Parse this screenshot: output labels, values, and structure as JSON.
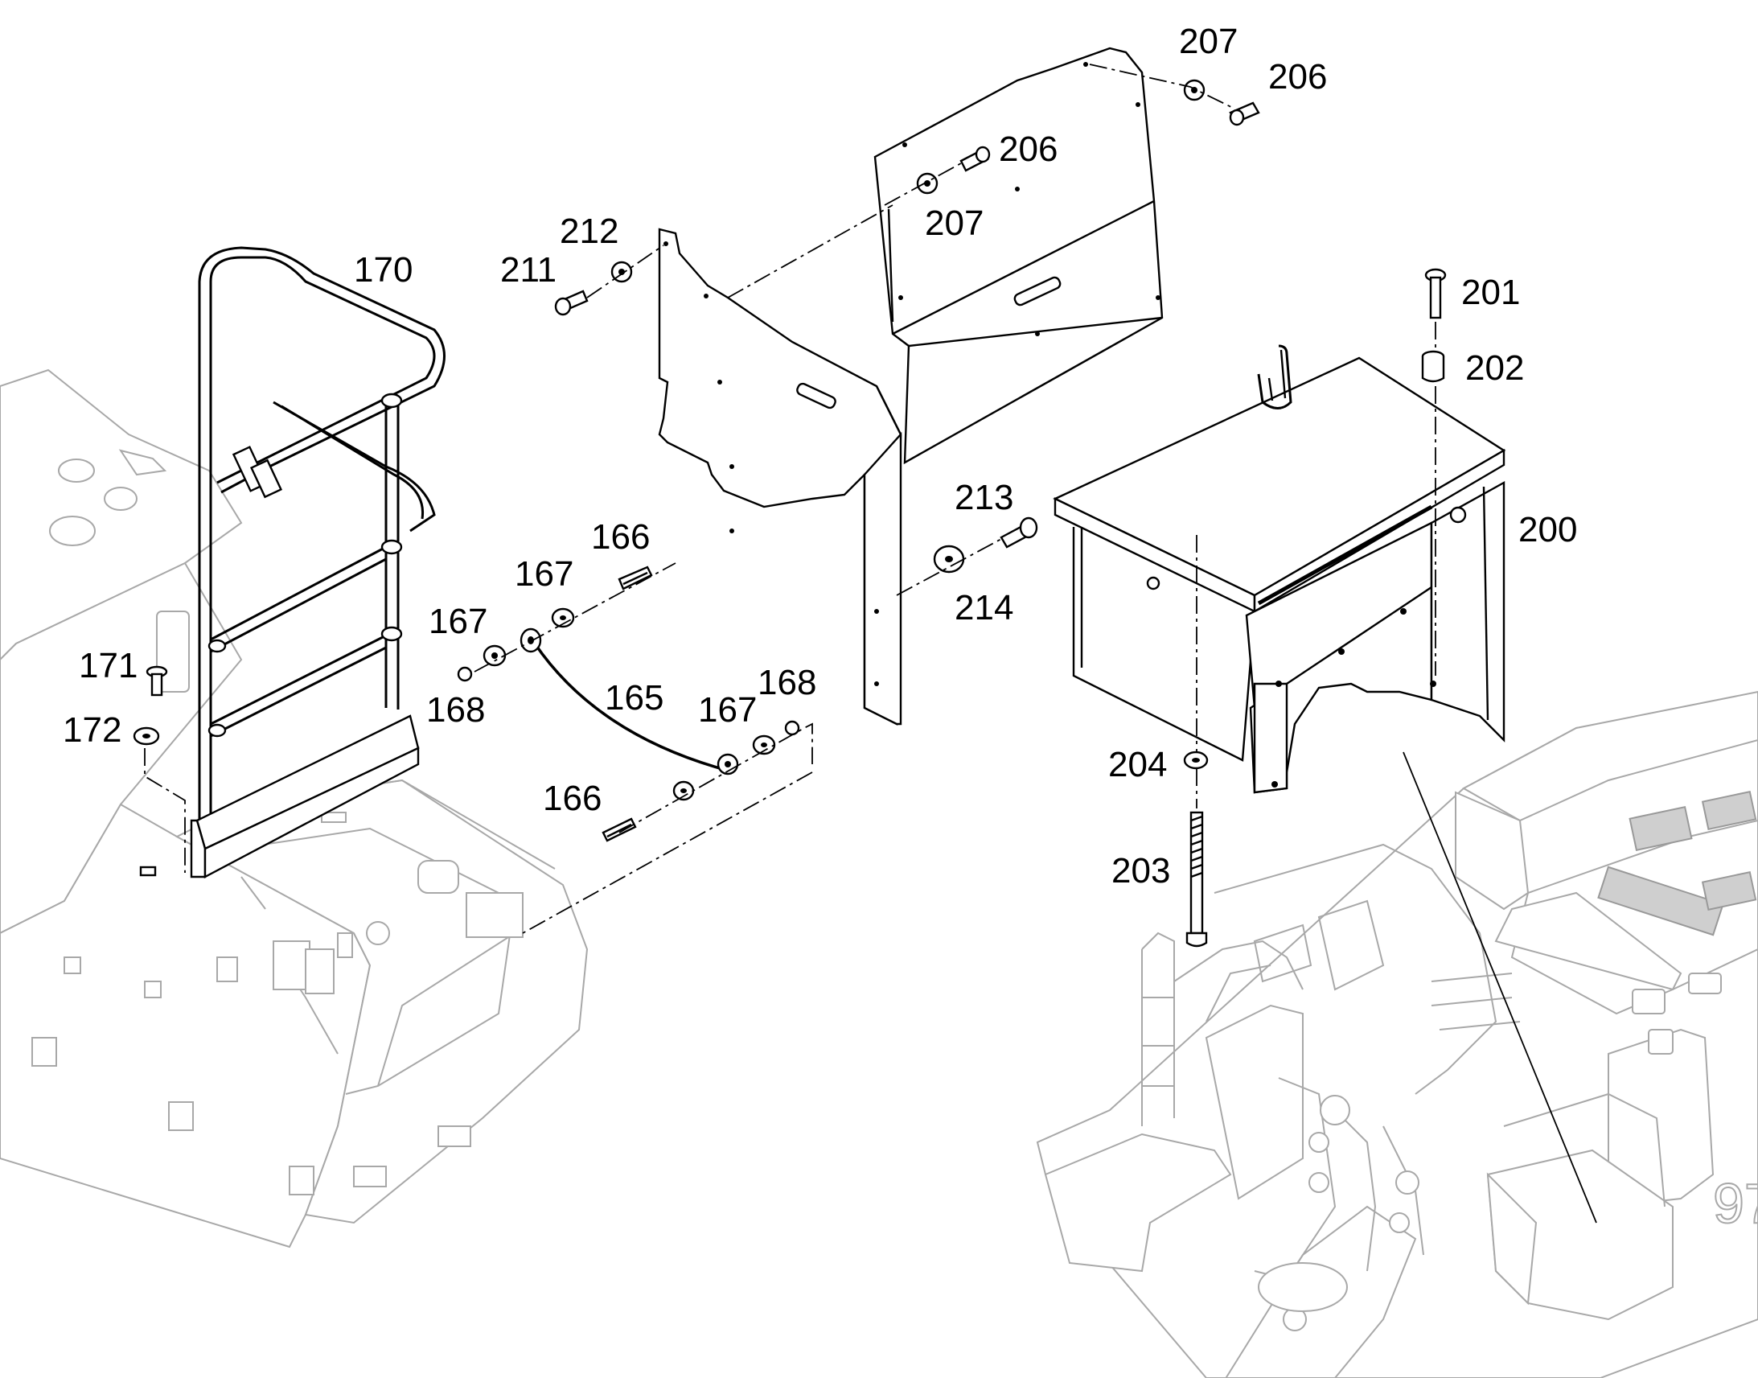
{
  "callouts": {
    "c170": "170",
    "c171": "171",
    "c172": "172",
    "c165": "165",
    "c166a": "166",
    "c166b": "166",
    "c167a": "167",
    "c167b": "167",
    "c167c": "167",
    "c168a": "168",
    "c168b": "168",
    "c200": "200",
    "c201": "201",
    "c202": "202",
    "c203": "203",
    "c204": "204",
    "c206a": "206",
    "c206b": "206",
    "c207a": "207",
    "c207b": "207",
    "c211": "211",
    "c212": "212",
    "c213": "213",
    "c214": "214"
  },
  "colors": {
    "parts": "#000000",
    "context_ghost": "#a8a8a8",
    "background": "#ffffff"
  }
}
